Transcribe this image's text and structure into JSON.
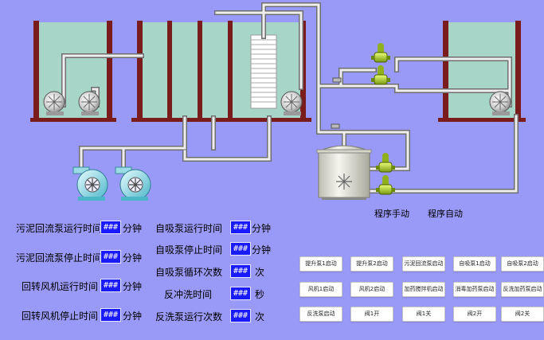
{
  "mode": {
    "manual": "程序手动",
    "auto": "程序自动"
  },
  "params": [
    {
      "label": "污泥回流泵运行时间",
      "value": "###",
      "unit": "分钟"
    },
    {
      "label": "污泥回流泵停止时间",
      "value": "###",
      "unit": "分钟"
    },
    {
      "label": "回转风机运行时间",
      "value": "###",
      "unit": "分钟"
    },
    {
      "label": "回转风机停止时间",
      "value": "###",
      "unit": "分钟"
    },
    {
      "label": "自吸泵运行时间",
      "value": "###",
      "unit": "分钟"
    },
    {
      "label": "自吸泵停止时间",
      "value": "###",
      "unit": "分钟"
    },
    {
      "label": "自吸泵循环次数",
      "value": "###",
      "unit": "次"
    },
    {
      "label": "反冲洗时间",
      "value": "###",
      "unit": "秒"
    },
    {
      "label": "反洗泵运行次数",
      "value": "###",
      "unit": "次"
    }
  ],
  "buttons": [
    [
      "提升泵1启动",
      "提升泵2启动",
      "污泥回流泵启动",
      "自吸泵1启动",
      "自吸泵2启动"
    ],
    [
      "风机1启动",
      "风机2启动",
      "加药搅拌机启动",
      "消毒加药泵启动",
      "反洗加药泵启动"
    ],
    [
      "反洗泵启动",
      "阀1开",
      "阀1关",
      "阀2开",
      "阀2关"
    ]
  ]
}
